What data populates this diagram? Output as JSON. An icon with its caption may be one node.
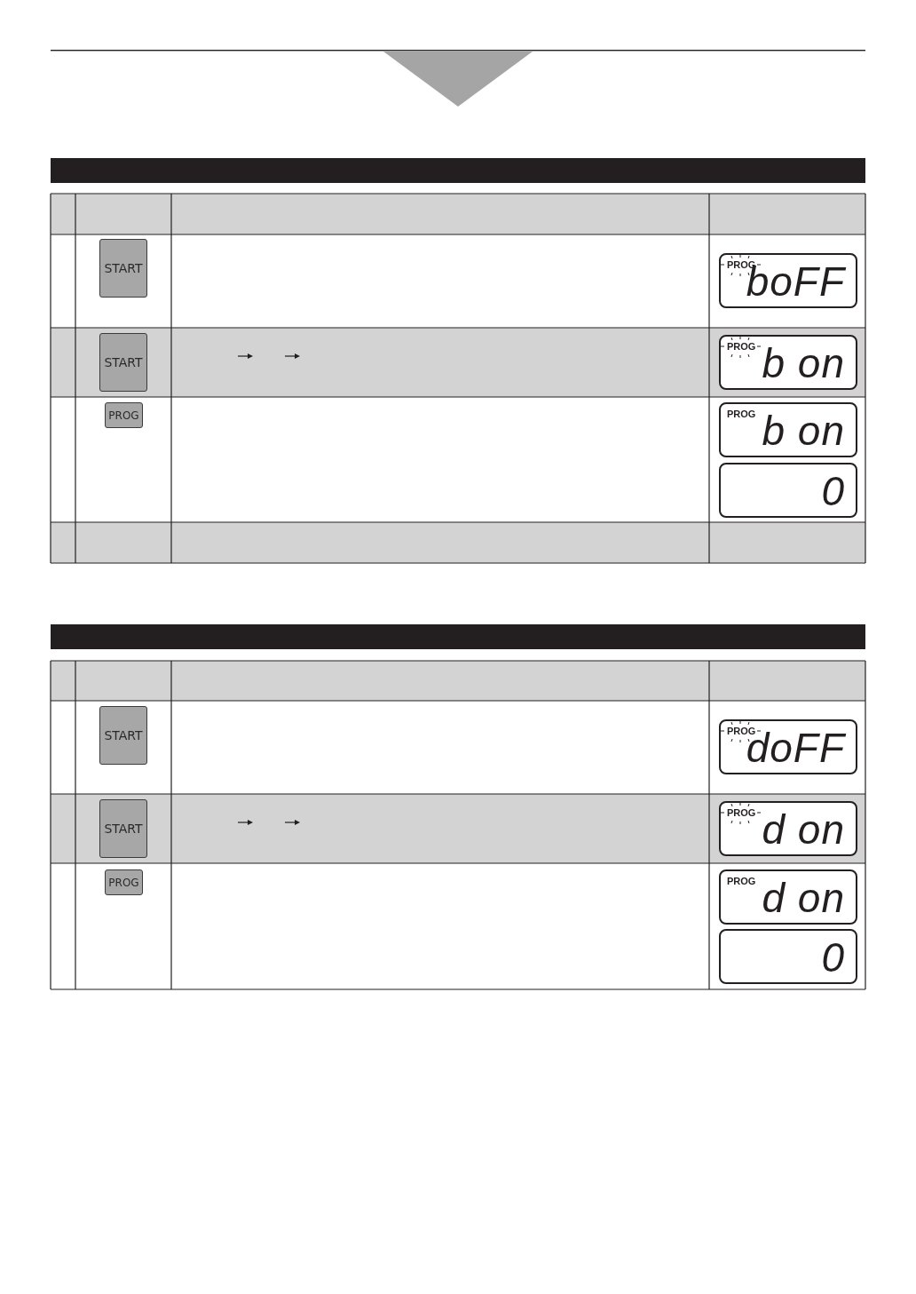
{
  "diagram": {
    "labels": [
      "START",
      "PROG",
      "boFF",
      "START",
      "PROG",
      "b on",
      "PROG",
      "PROG",
      "b on",
      "0",
      "START",
      "PROG",
      "doFF",
      "START",
      "PROG",
      "d on",
      "PROG",
      "PROG",
      "d on",
      "0"
    ]
  }
}
